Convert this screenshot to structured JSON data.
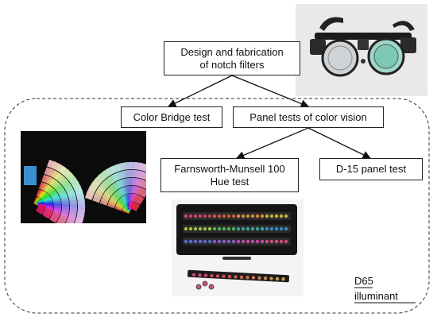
{
  "nodes": {
    "design": "Design and fabrication\nof notch filters",
    "color_bridge": "Color Bridge test",
    "panel_tests": "Panel tests of color vision",
    "fm100": "Farnsworth-Munsell 100\nHue test",
    "d15": "D-15 panel test"
  },
  "illuminant": {
    "line1": "D65",
    "line2": "illuminant"
  },
  "colors": {
    "frame": "#222222",
    "box_border": "#222222",
    "photo_bg_dark": "#0b0b0b"
  },
  "icons": {
    "trial_frame": "trial-frame-glasses-photo",
    "swatch_fan": "color-swatch-fan-photo",
    "panel_case": "fm100-panel-case-photo"
  }
}
